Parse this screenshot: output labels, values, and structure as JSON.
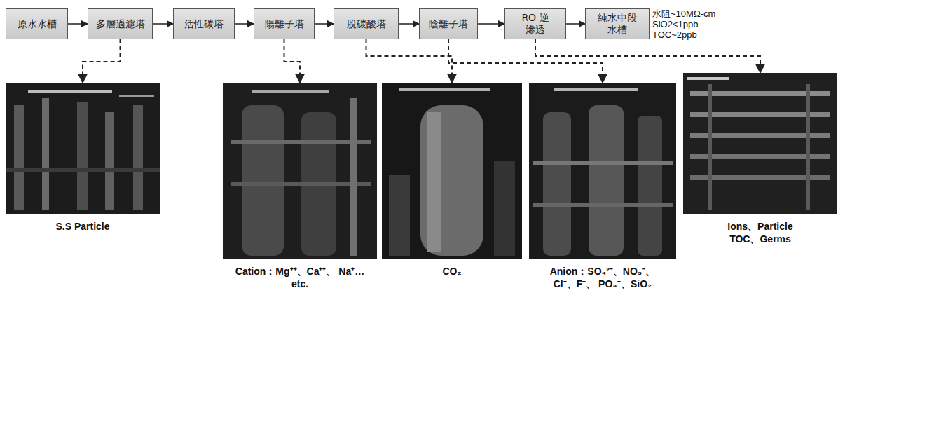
{
  "diagram": {
    "nodes": [
      {
        "text": [
          "原水水槽"
        ]
      },
      {
        "text": [
          "多層過濾塔"
        ]
      },
      {
        "text": [
          "活性碳塔"
        ]
      },
      {
        "text": [
          "陽離子塔"
        ]
      },
      {
        "text": [
          "脫碳酸塔"
        ]
      },
      {
        "text": [
          "陰離子塔"
        ]
      },
      {
        "text": [
          "RO 逆滲透"
        ]
      },
      {
        "text": [
          "純水中段 水槽"
        ]
      },
      {
        "text": [
          "S.S Particle"
        ]
      },
      {
        "text": [
          "Cation：Mg⁺⁺、Ca⁺⁺、 Na⁺…etc."
        ]
      },
      {
        "text": [
          "CO₂"
        ]
      },
      {
        "text": [
          "Anion：SO₄²⁻、NO₃⁻、 Cl⁻、F⁻、 PO₄⁻、SiO₂"
        ]
      },
      {
        "text": [
          "Ions、Particle TOC、Germs"
        ]
      }
    ],
    "edges": [
      {
        "from": 0,
        "to": 1,
        "arrow": "to"
      },
      {
        "from": 1,
        "to": 2,
        "arrow": "to"
      },
      {
        "from": 2,
        "to": 3,
        "arrow": "to"
      },
      {
        "from": 3,
        "to": 4,
        "arrow": "to"
      },
      {
        "from": 4,
        "to": 5,
        "arrow": "to"
      },
      {
        "from": 5,
        "to": 6,
        "arrow": "to"
      },
      {
        "from": 6,
        "to": 7,
        "arrow": "to"
      },
      {
        "from": 1,
        "to": 8,
        "arrow": "to"
      },
      {
        "from": 3,
        "to": 9,
        "arrow": "to"
      },
      {
        "from": 4,
        "to": 10,
        "arrow": "to"
      },
      {
        "from": 5,
        "to": 11,
        "arrow": "to"
      },
      {
        "from": 6,
        "to": 12,
        "arrow": "to"
      }
    ],
    "labels": [
      "水阻~10MΩ-cm",
      "SiO2<1ppb",
      "TOC~2ppb"
    ]
  }
}
